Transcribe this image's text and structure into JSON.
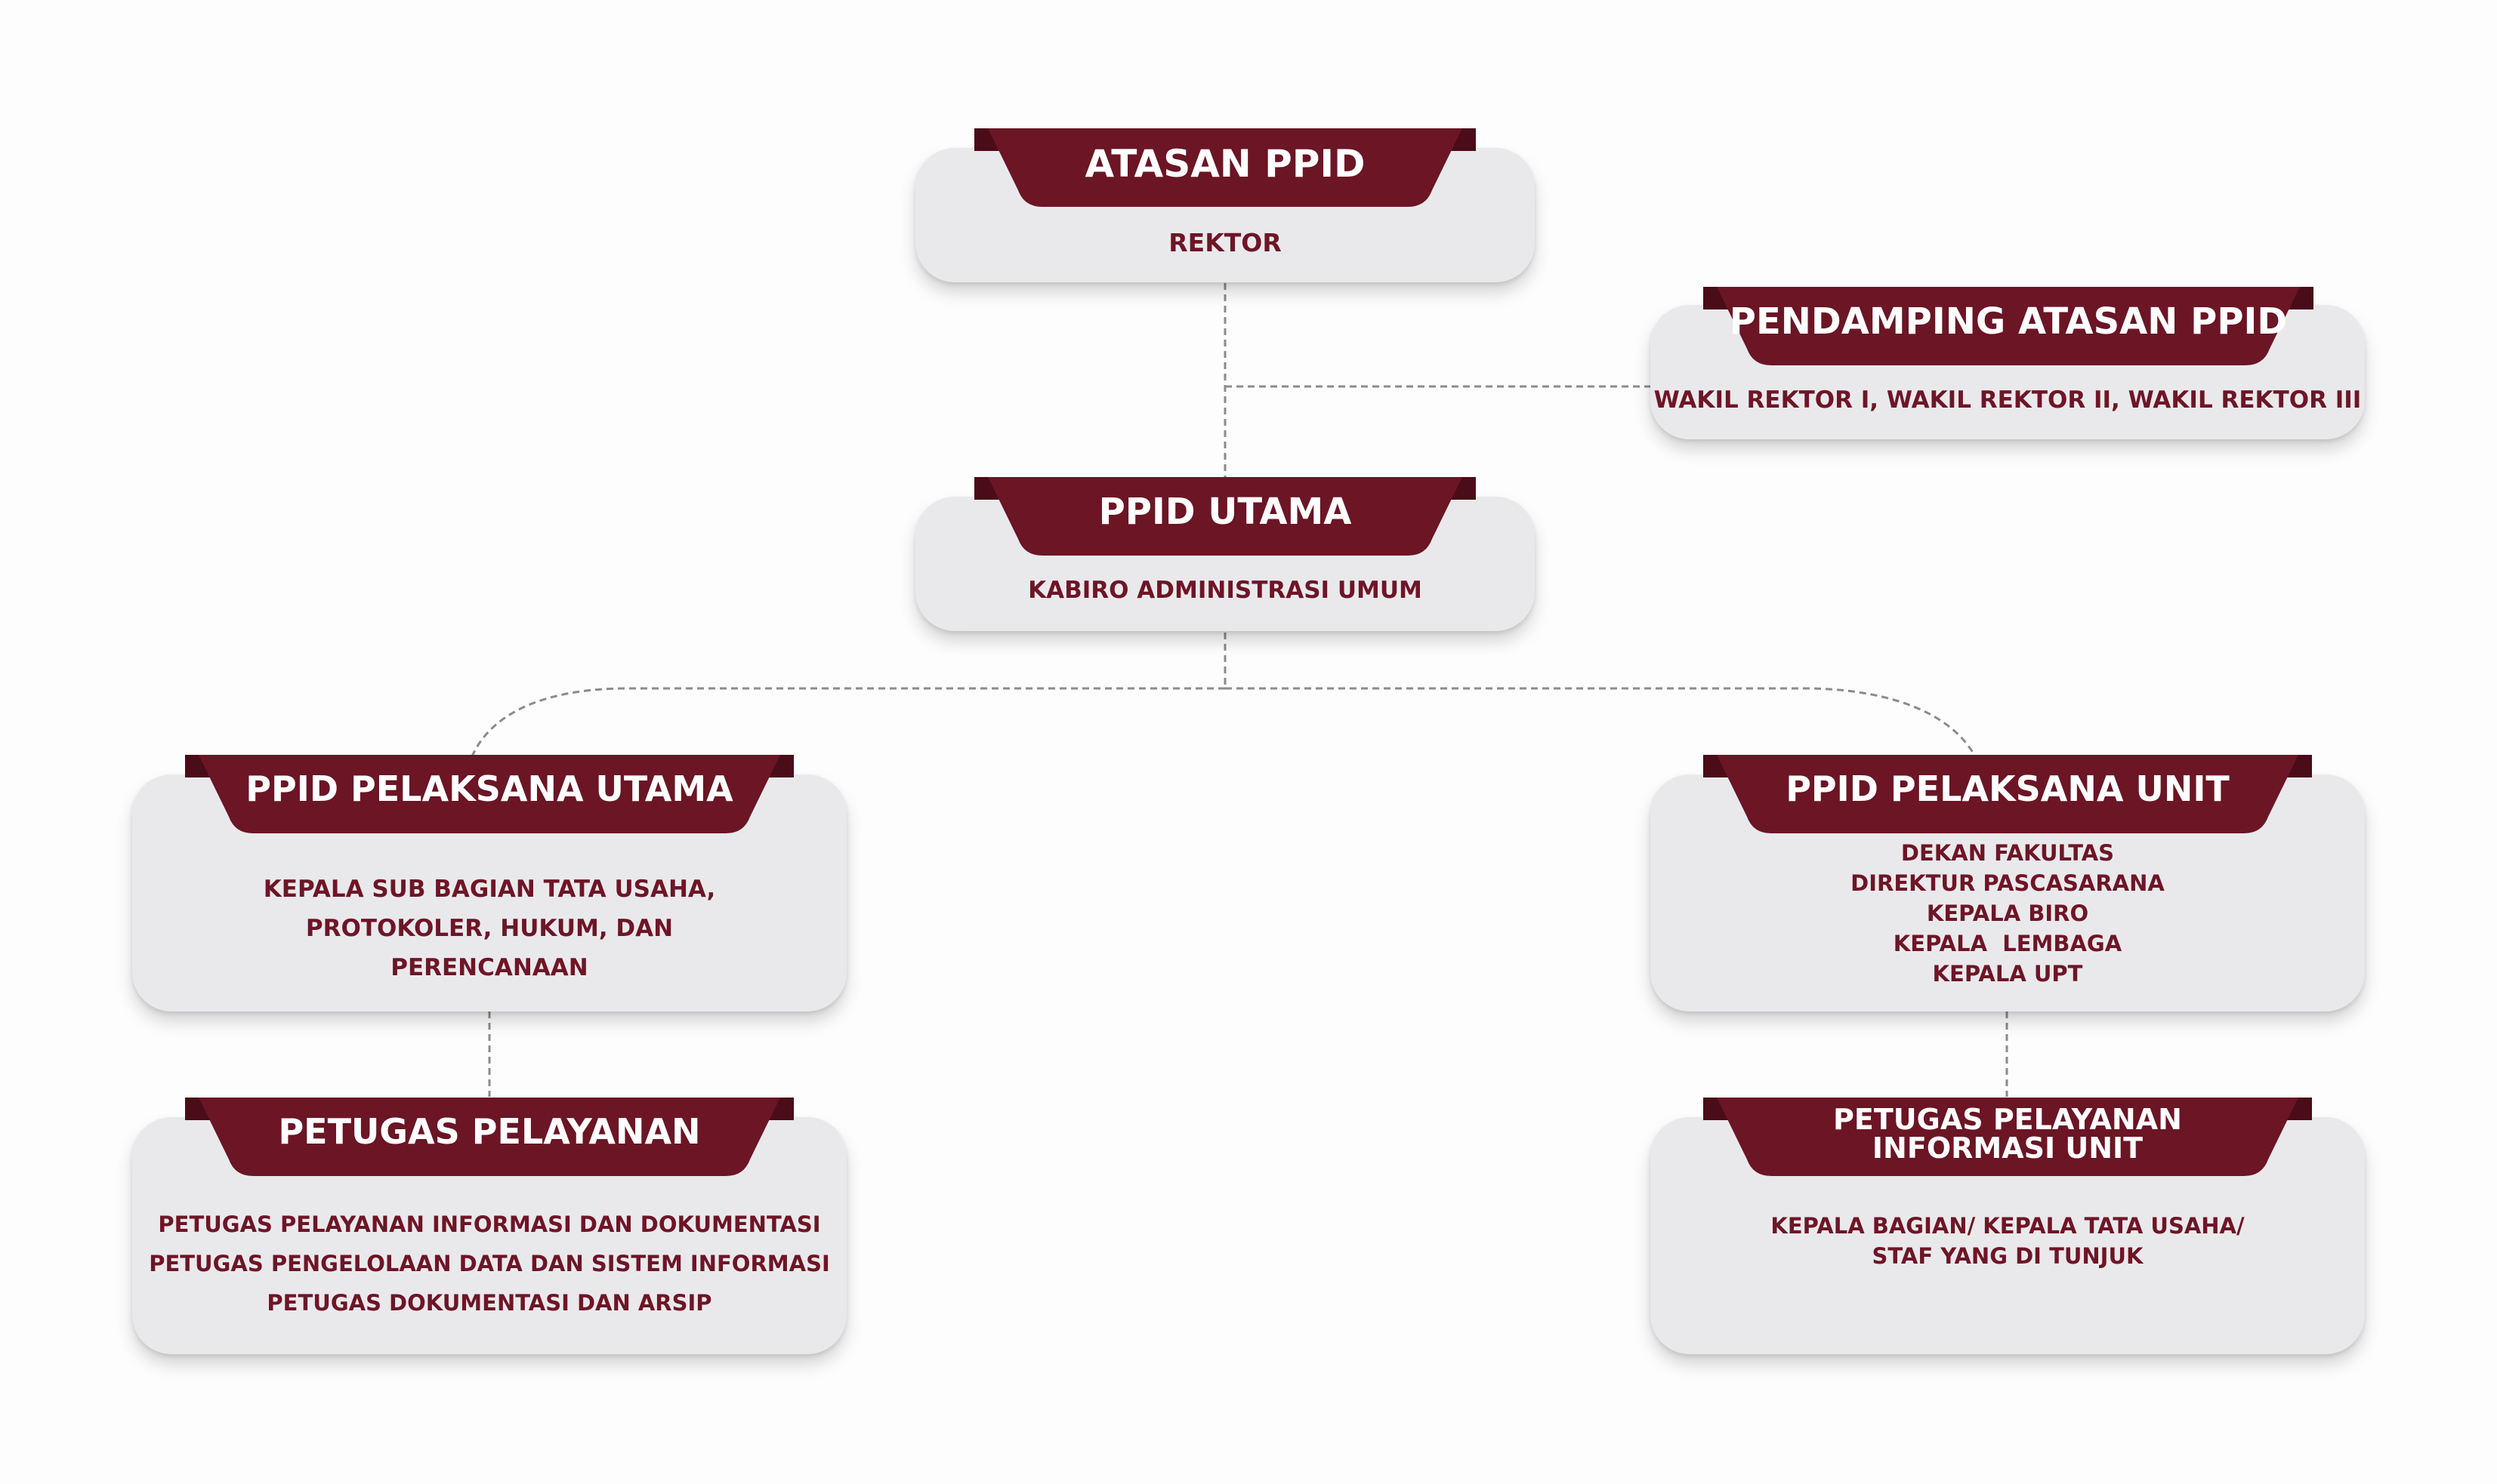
{
  "colors": {
    "ribbon": "#6b1525",
    "ribbon_dark": "#4a0c18",
    "card": "#e9e9ec",
    "text": "#6e1526",
    "connector": "#8c8c8c"
  },
  "nodes": {
    "atasan": {
      "title": "ATASAN PPID",
      "lines": [
        "REKTOR"
      ]
    },
    "pendamping": {
      "title": "PENDAMPING ATASAN PPID",
      "lines": [
        "WAKIL REKTOR I, WAKIL REKTOR II, WAKIL REKTOR III"
      ]
    },
    "utama": {
      "title": "PPID UTAMA",
      "lines": [
        "KABIRO ADMINISTRASI UMUM"
      ]
    },
    "pelaksana_utama": {
      "title": "PPID PELAKSANA UTAMA",
      "lines": [
        "KEPALA SUB BAGIAN TATA USAHA,",
        "PROTOKOLER, HUKUM, DAN",
        "PERENCANAAN"
      ]
    },
    "pelaksana_unit": {
      "title": "PPID PELAKSANA UNIT",
      "lines": [
        "DEKAN FAKULTAS",
        "DIREKTUR PASCASARANA",
        "KEPALA BIRO",
        "KEPALA  LEMBAGA",
        "KEPALA UPT"
      ]
    },
    "petugas": {
      "title": "PETUGAS PELAYANAN",
      "lines": [
        "PETUGAS PELAYANAN INFORMASI DAN DOKUMENTASI",
        "PETUGAS PENGELOLAAN DATA DAN SISTEM INFORMASI",
        "PETUGAS DOKUMENTASI DAN ARSIP"
      ]
    },
    "petugas_unit": {
      "title_lines": [
        "PETUGAS PELAYANAN",
        "INFORMASI UNIT"
      ],
      "lines": [
        "KEPALA BAGIAN/ KEPALA TATA USAHA/",
        "STAF YANG DI TUNJUK"
      ]
    }
  }
}
